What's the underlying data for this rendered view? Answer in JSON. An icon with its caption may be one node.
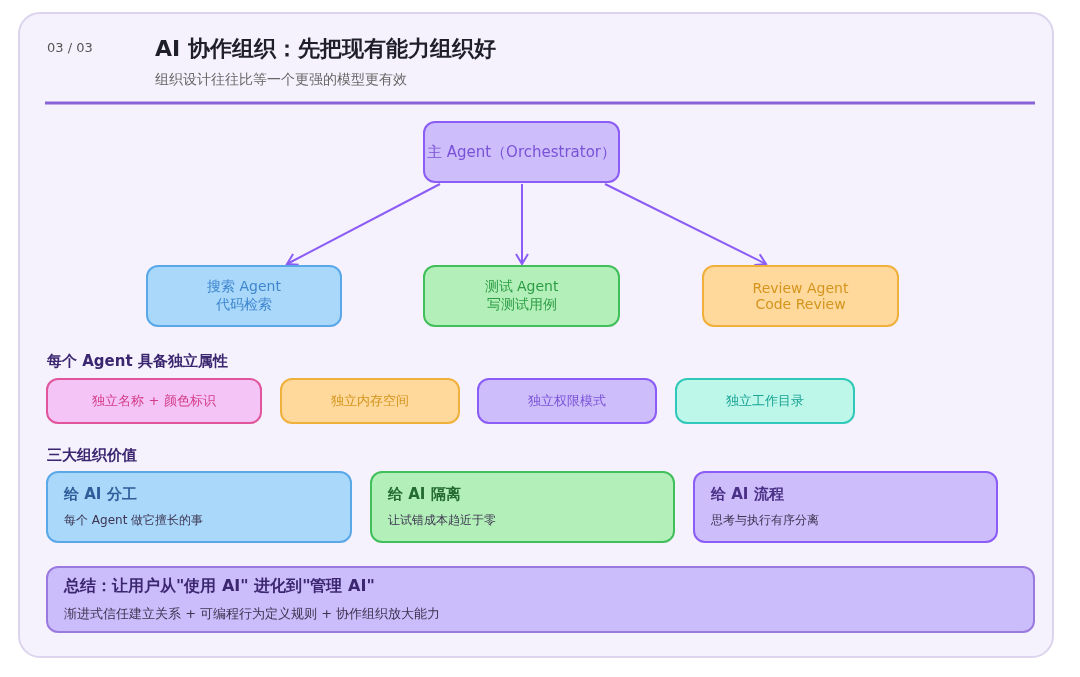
{
  "diagram": {
    "title": "AI 协作组织：先把现有能力组织好",
    "nodes": [
      {
        "text": [
          "主 Agent（Orchestrator）"
        ]
      },
      {
        "text": [
          "搜索 Agent",
          "代码检索"
        ]
      },
      {
        "text": [
          "测试 Agent",
          "写测试用例"
        ]
      },
      {
        "text": [
          "Review Agent",
          "Code Review"
        ]
      },
      {
        "text": [
          "独立名称 + 颜色标识"
        ]
      },
      {
        "text": [
          "独立内存空间"
        ]
      },
      {
        "text": [
          "独立权限模式"
        ]
      },
      {
        "text": [
          "独立工作目录"
        ]
      },
      {
        "text": [
          "给 AI 分工",
          "每个 Agent 做它擅长的事"
        ]
      },
      {
        "text": [
          "给 AI 隔离",
          "让试错成本趋近于零"
        ]
      },
      {
        "text": [
          "给 AI 流程",
          "思考与执行有序分离"
        ]
      },
      {
        "text": [
          "总结：让用户从\"使用 AI\" 进化到\"管理 AI\"",
          "渐进式信任建立关系 + 可编程行为定义规则 + 协作组织放大能力"
        ]
      }
    ],
    "edges": [
      {
        "from": 0,
        "to": 1,
        "arrow": "to"
      },
      {
        "from": 0,
        "to": 2,
        "arrow": "to"
      },
      {
        "from": 0,
        "to": 3,
        "arrow": "to"
      }
    ],
    "labels": [
      "03 / 03",
      "组织设计往往比等一个更强的模型更有效",
      "每个 Agent 具备独立属性",
      "三大组织价值"
    ]
  }
}
